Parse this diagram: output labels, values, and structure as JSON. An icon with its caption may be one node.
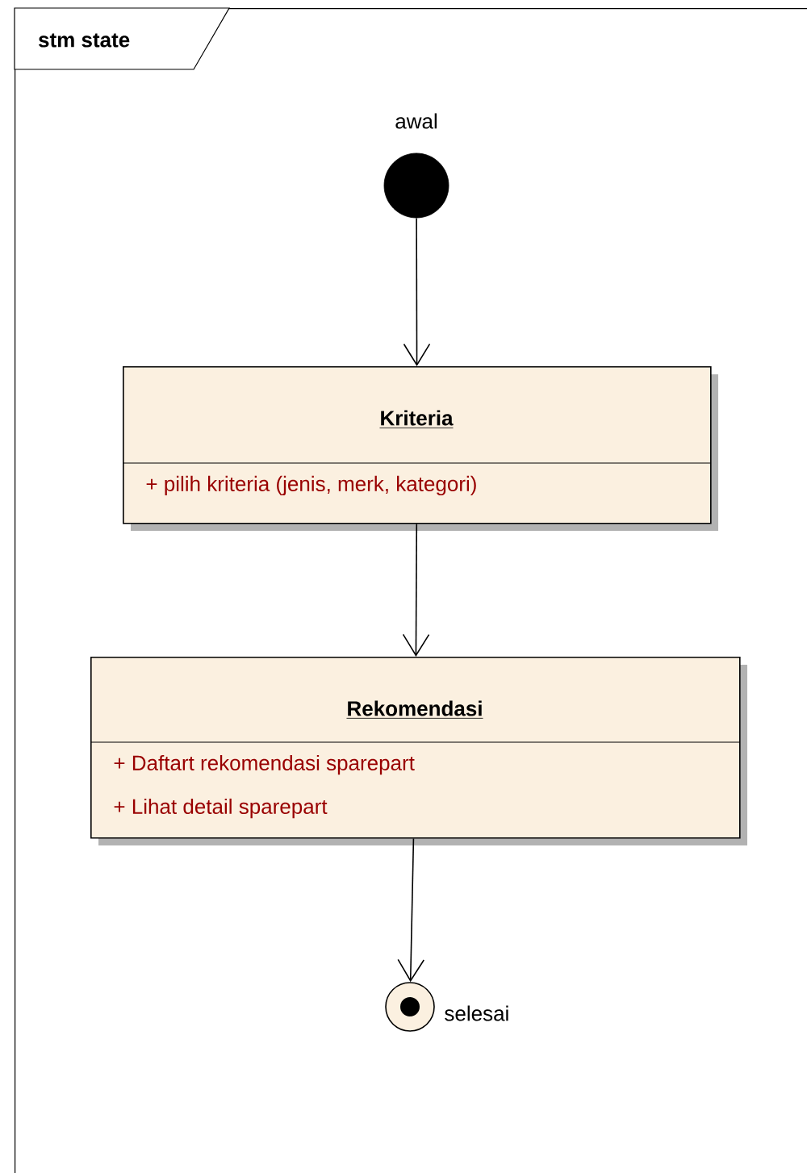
{
  "diagram": {
    "nodes": [
      {
        "text": [
          "stm state"
        ]
      },
      {
        "text": [],
        "shape": "circle",
        "beside": [
          "awal"
        ],
        "in": 0
      },
      {
        "text": [
          "Kriteria",
          "+ pilih kriteria (jenis, merk, kategori)"
        ],
        "in": 0
      },
      {
        "text": [
          "Rekomendasi",
          "+ Daftart rekomendasi sparepart",
          "+ Lihat detail sparepart"
        ],
        "in": 0
      },
      {
        "text": [],
        "shape": "circle",
        "beside": [
          "selesai"
        ],
        "in": 0
      }
    ],
    "edges": [
      {
        "from": 1,
        "to": 2,
        "arrow": "to"
      },
      {
        "from": 2,
        "to": 3,
        "arrow": "to"
      },
      {
        "from": 3,
        "to": 4,
        "arrow": "to"
      }
    ]
  }
}
